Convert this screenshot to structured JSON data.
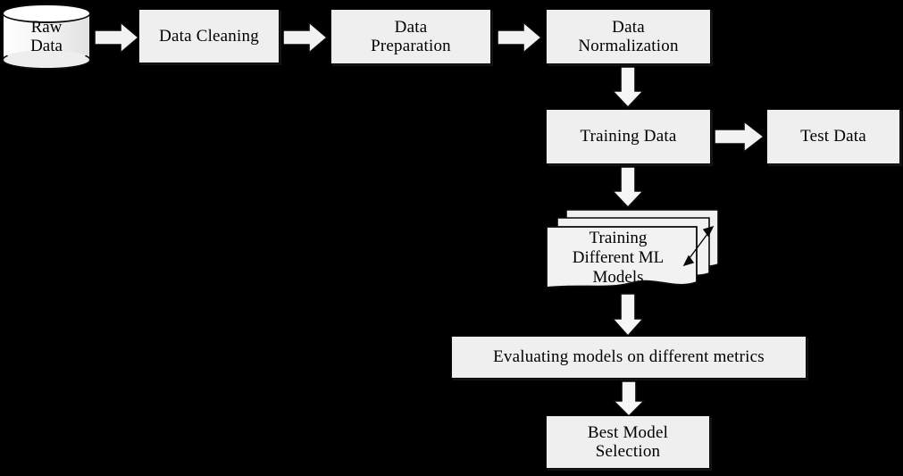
{
  "diagram": {
    "title": "Machine learning pipeline flowchart",
    "background_color": "#000000",
    "node_fill": "#efefef",
    "node_stroke": "#0a0a0a",
    "arrow_fill": "#f2f2f2",
    "arrow_stroke": "#0a0a0a",
    "nodes": [
      {
        "id": "raw-data",
        "label": "Raw\nData",
        "shape": "cylinder"
      },
      {
        "id": "data-cleaning",
        "label": "Data Cleaning",
        "shape": "process"
      },
      {
        "id": "data-preparation",
        "label": "Data\nPreparation",
        "shape": "process"
      },
      {
        "id": "data-normalization",
        "label": "Data\nNormalization",
        "shape": "process"
      },
      {
        "id": "training-data",
        "label": "Training Data",
        "shape": "process"
      },
      {
        "id": "test-data",
        "label": "Test Data",
        "shape": "process"
      },
      {
        "id": "training-models",
        "label": "Training\nDifferent ML\nModels",
        "shape": "multidocument"
      },
      {
        "id": "evaluating-models",
        "label": "Evaluating models on different metrics",
        "shape": "process"
      },
      {
        "id": "best-model",
        "label": "Best Model\nSelection",
        "shape": "process"
      }
    ],
    "connectors": [
      {
        "id": "raw-to-cleaning",
        "from": "raw-data",
        "to": "data-cleaning",
        "direction": "right"
      },
      {
        "id": "cleaning-to-preparation",
        "from": "data-cleaning",
        "to": "data-preparation",
        "direction": "right"
      },
      {
        "id": "preparation-to-normalization",
        "from": "data-preparation",
        "to": "data-normalization",
        "direction": "right"
      },
      {
        "id": "normalization-to-training",
        "from": "data-normalization",
        "to": "training-data",
        "direction": "down"
      },
      {
        "id": "training-to-test",
        "from": "training-data",
        "to": "test-data",
        "direction": "right"
      },
      {
        "id": "training-to-models",
        "from": "training-data",
        "to": "training-models",
        "direction": "down"
      },
      {
        "id": "models-to-evaluating",
        "from": "training-models",
        "to": "evaluating-models",
        "direction": "down"
      },
      {
        "id": "evaluating-to-best",
        "from": "evaluating-models",
        "to": "best-model",
        "direction": "down"
      }
    ],
    "stack_marker": "double-headed-diagonal-arrow"
  }
}
